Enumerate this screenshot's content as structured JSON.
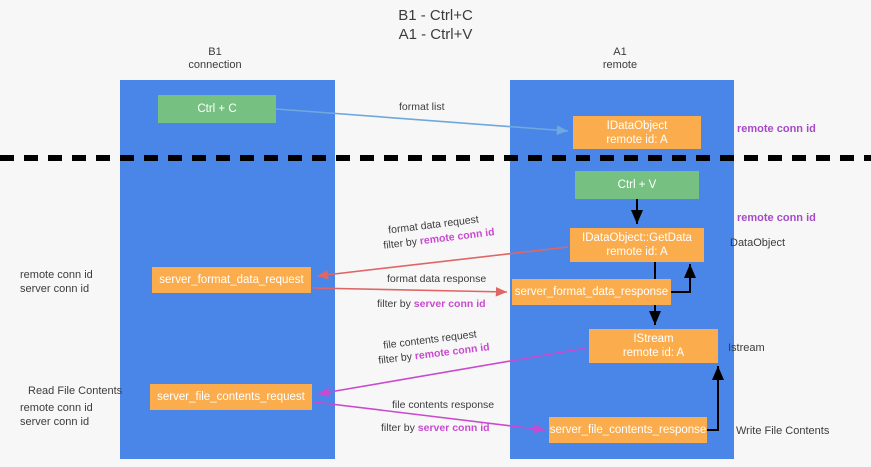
{
  "title": {
    "line1": "B1 - Ctrl+C",
    "line2": "A1 - Ctrl+V"
  },
  "lanes": [
    {
      "name": "B1",
      "sub": "connection"
    },
    {
      "name": "A1",
      "sub": "remote"
    }
  ],
  "boxes": {
    "ctrl_c": {
      "label": "Ctrl + C"
    },
    "idataobject": {
      "line1": "IDataObject",
      "line2": "remote id: A"
    },
    "ctrl_v": {
      "label": "Ctrl + V"
    },
    "getdata": {
      "line1": "IDataObject::GetData",
      "line2": "remote id: A"
    },
    "server_format_data_request": {
      "label": "server_format_data_request"
    },
    "server_format_data_response": {
      "label": "server_format_data_response"
    },
    "istream": {
      "line1": "IStream",
      "line2": "remote id: A"
    },
    "server_file_contents_request": {
      "label": "server_file_contents_request"
    },
    "server_file_contents_response": {
      "label": "server_file_contents_response"
    }
  },
  "edges": {
    "format_list": "format list",
    "format_data_request": "format data request",
    "format_data_request_filter_prefix": "filter by ",
    "format_data_request_filter_key": "remote conn id",
    "format_data_response": "format data response",
    "format_data_response_filter_prefix": "filter by ",
    "format_data_response_filter_key": "server conn id",
    "file_contents_request": "file contents request",
    "file_contents_request_filter_prefix": "filter by ",
    "file_contents_request_filter_key": "remote conn id",
    "file_contents_response": "file contents response",
    "file_contents_response_filter_prefix": "filter by ",
    "file_contents_response_filter_key": "server conn id"
  },
  "side_labels": {
    "remote_conn_id_top": "remote conn id",
    "remote_conn_id_mid": "remote conn id",
    "dataobject": "DataObject",
    "istream": "Istream",
    "write_file_contents": "Write File Contents",
    "read_file_contents": "Read File Contents",
    "left_remote_conn_id": "remote conn id",
    "left_server_conn_id": "server conn id",
    "left_remote_conn_id_2": "remote conn id",
    "left_server_conn_id_2": "server conn id"
  },
  "colors": {
    "lane": "#4a86e8",
    "green_box": "#76c182",
    "orange_box": "#fbac4d",
    "remote_conn_id": "#a64ac9",
    "server_conn_id": "#7cc47f",
    "arrow_blue": "#6fa8dc",
    "arrow_red": "#e06666",
    "arrow_magenta": "#c94ad0",
    "arrow_black": "#000000",
    "background": "#f7f7f7"
  }
}
